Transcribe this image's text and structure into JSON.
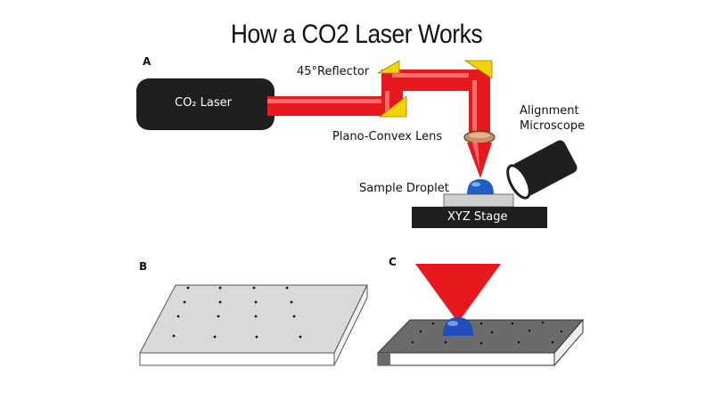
{
  "title": "How a CO2 Laser Works",
  "panels": {
    "a": "A",
    "b": "B",
    "c": "C"
  },
  "labels": {
    "laser": "CO₂ Laser",
    "reflector": "45°Reflector",
    "lens": "Plano-Convex Lens",
    "microscope_line1": "Alignment",
    "microscope_line2": "Microscope",
    "droplet": "Sample Droplet",
    "stage": "XYZ Stage"
  },
  "colors": {
    "laser_body": "#1f1f1f",
    "beam": "#e8191c",
    "beam_highlight": "#ff6a6a",
    "reflector": "#f2d300",
    "lens": "#c8906a",
    "droplet": "#1f5fc4",
    "substrate_b": "#d9d9d9",
    "substrate_c": "#6b6b6b"
  }
}
